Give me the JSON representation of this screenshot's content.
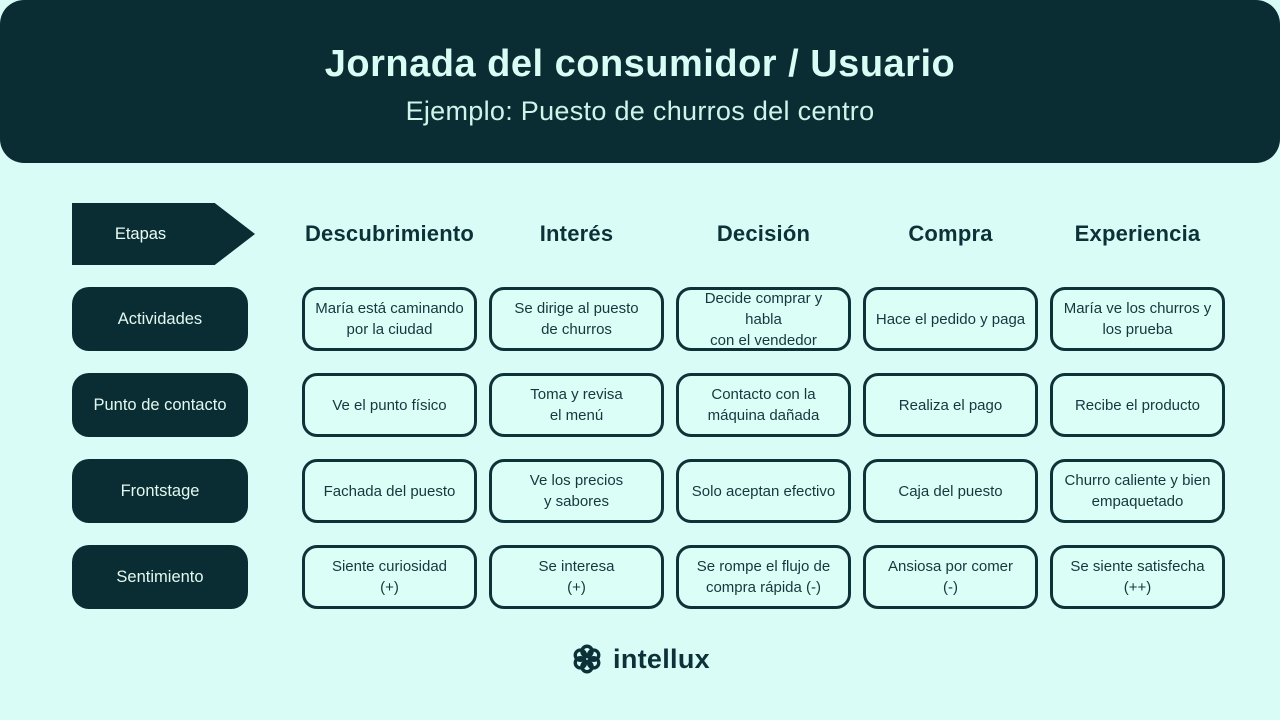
{
  "header": {
    "title": "Jornada del consumidor / Usuario",
    "subtitle": "Ejemplo: Puesto de churros del centro"
  },
  "stages_label": "Etapas",
  "columns": [
    "Descubrimiento",
    "Interés",
    "Decisión",
    "Compra",
    "Experiencia"
  ],
  "rows": [
    {
      "label": "Actividades",
      "cells": [
        "María está caminando\npor la ciudad",
        "Se dirige al puesto\nde churros",
        "Decide comprar y habla\ncon el vendedor",
        "Hace el pedido y paga",
        "María ve los churros y\nlos prueba"
      ]
    },
    {
      "label": "Punto de contacto",
      "cells": [
        "Ve el punto físico",
        "Toma y revisa\nel menú",
        "Contacto con la\nmáquina dañada",
        "Realiza el pago",
        "Recibe el producto"
      ]
    },
    {
      "label": "Frontstage",
      "cells": [
        "Fachada del puesto",
        "Ve los precios\ny sabores",
        "Solo aceptan efectivo",
        "Caja del puesto",
        "Churro caliente y bien\nempaquetado"
      ]
    },
    {
      "label": "Sentimiento",
      "cells": [
        "Siente curiosidad\n(+)",
        "Se interesa\n(+)",
        "Se rompe el flujo de\ncompra rápida (-)",
        "Ansiosa por comer\n(-)",
        "Se siente satisfecha\n(++)"
      ]
    }
  ],
  "footer": {
    "brand": "intellux",
    "logo_icon": "rings-cluster-icon"
  },
  "colors": {
    "dark_teal": "#0a2d33",
    "light_mint": "#d9fdf6",
    "title_text": "#d9fdf4"
  }
}
